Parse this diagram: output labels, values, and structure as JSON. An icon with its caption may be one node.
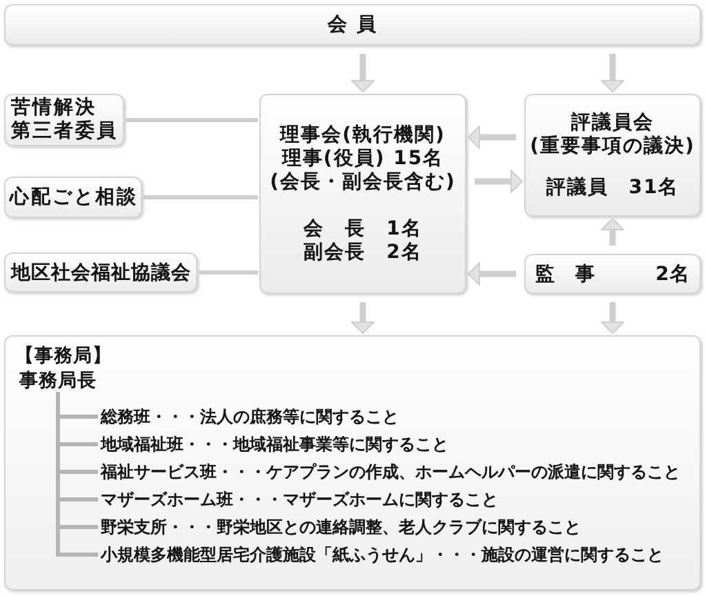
{
  "diagram": {
    "nodes": [
      {
        "text": [
          "会 員"
        ]
      },
      {
        "text": [
          "苦情解決第三者委員"
        ]
      },
      {
        "text": [
          "理事会(執行機関)",
          "理事(役員) 15名",
          "(会長・副会長含む)",
          "会　長　1名",
          "副会長　2名"
        ]
      },
      {
        "text": [
          "評議員会",
          "(重要事項の議決)",
          "評議員　31名"
        ]
      },
      {
        "text": [
          "心配ごと相談"
        ]
      },
      {
        "text": [
          "地区社会福祉協議会"
        ]
      },
      {
        "text": [
          "監　事　　　2名"
        ]
      },
      {
        "text": [
          "【事務局】"
        ]
      },
      {
        "text": [
          "事務局長"
        ],
        "in": 7
      },
      {
        "text": [
          "総務班・・・法人の庶務等に関すること"
        ],
        "in": 7
      },
      {
        "text": [
          "地域福祉班・・・地域福祉事業等に関すること"
        ],
        "in": 7
      },
      {
        "text": [
          "福祉サービス班・・・ケアプランの作成、ホームヘルパーの派遣に関すること"
        ],
        "in": 7
      },
      {
        "text": [
          "マザーズホーム班・・・マザーズホームに関すること"
        ],
        "in": 7
      },
      {
        "text": [
          "野栄支所・・・野栄地区との連絡調整、老人クラブに関すること"
        ],
        "in": 7
      },
      {
        "text": [
          "小規模多機能型居宅介護施設「紙ふうせん」・・・施設の運営に関すること"
        ],
        "in": 7
      }
    ],
    "edges": [
      {
        "from": 0,
        "to": 2,
        "arrow": "to"
      },
      {
        "from": 0,
        "to": 3,
        "arrow": "to"
      },
      {
        "from": 1,
        "to": 2,
        "arrow": "none"
      },
      {
        "from": 3,
        "to": 2,
        "arrow": "to"
      },
      {
        "from": 2,
        "to": 3,
        "arrow": "to"
      },
      {
        "from": 4,
        "to": 2,
        "arrow": "none"
      },
      {
        "from": 5,
        "to": 2,
        "arrow": "none"
      },
      {
        "from": 6,
        "to": 3,
        "arrow": "to"
      },
      {
        "from": 6,
        "to": 2,
        "arrow": "to"
      },
      {
        "from": 2,
        "to": 7,
        "arrow": "to"
      },
      {
        "from": 6,
        "to": 7,
        "arrow": "to"
      },
      {
        "from": 8,
        "to": 9,
        "arrow": "none",
        "color": "#b4b4b4"
      },
      {
        "from": 8,
        "to": 10,
        "arrow": "none",
        "color": "#b4b4b4"
      },
      {
        "from": 8,
        "to": 11,
        "arrow": "none",
        "color": "#b4b4b4"
      },
      {
        "from": 8,
        "to": 12,
        "arrow": "none",
        "color": "#b4b4b4"
      },
      {
        "from": 8,
        "to": 13,
        "arrow": "none",
        "color": "#b4b4b4"
      },
      {
        "from": 8,
        "to": 14,
        "arrow": "none",
        "color": "#b4b4b4"
      }
    ]
  }
}
